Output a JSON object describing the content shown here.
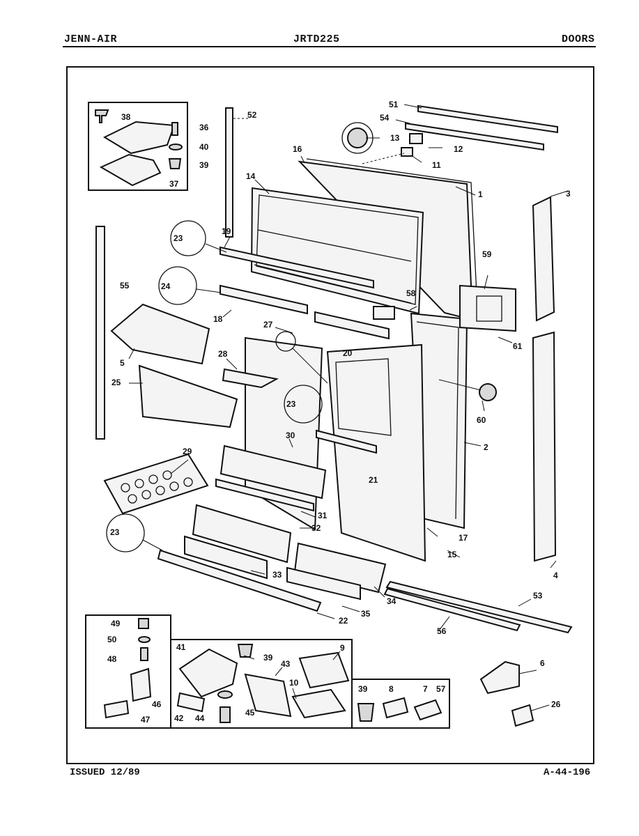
{
  "header": {
    "brand": "JENN-AIR",
    "model": "JRTD225",
    "section": "DOORS"
  },
  "footer": {
    "issued": "ISSUED 12/89",
    "code": "A-44-196"
  },
  "callouts": [
    {
      "id": "c1",
      "text": "1"
    },
    {
      "id": "c2",
      "text": "2"
    },
    {
      "id": "c3",
      "text": "3"
    },
    {
      "id": "c4",
      "text": "4"
    },
    {
      "id": "c5",
      "text": "5"
    },
    {
      "id": "c6",
      "text": "6"
    },
    {
      "id": "c7",
      "text": "7"
    },
    {
      "id": "c8",
      "text": "8"
    },
    {
      "id": "c9",
      "text": "9"
    },
    {
      "id": "c10",
      "text": "10"
    },
    {
      "id": "c11",
      "text": "11"
    },
    {
      "id": "c12",
      "text": "12"
    },
    {
      "id": "c13",
      "text": "13"
    },
    {
      "id": "c14",
      "text": "14"
    },
    {
      "id": "c15",
      "text": "15"
    },
    {
      "id": "c16",
      "text": "16"
    },
    {
      "id": "c17",
      "text": "17"
    },
    {
      "id": "c18",
      "text": "18"
    },
    {
      "id": "c19",
      "text": "19"
    },
    {
      "id": "c20",
      "text": "20"
    },
    {
      "id": "c21",
      "text": "21"
    },
    {
      "id": "c22",
      "text": "22"
    },
    {
      "id": "c23a",
      "text": "23"
    },
    {
      "id": "c23b",
      "text": "23"
    },
    {
      "id": "c23c",
      "text": "23"
    },
    {
      "id": "c24",
      "text": "24"
    },
    {
      "id": "c25",
      "text": "25"
    },
    {
      "id": "c26",
      "text": "26"
    },
    {
      "id": "c27",
      "text": "27"
    },
    {
      "id": "c28",
      "text": "28"
    },
    {
      "id": "c29",
      "text": "29"
    },
    {
      "id": "c30",
      "text": "30"
    },
    {
      "id": "c31",
      "text": "31"
    },
    {
      "id": "c32",
      "text": "32"
    },
    {
      "id": "c33",
      "text": "33"
    },
    {
      "id": "c34",
      "text": "34"
    },
    {
      "id": "c35",
      "text": "35"
    },
    {
      "id": "c36",
      "text": "36"
    },
    {
      "id": "c37",
      "text": "37"
    },
    {
      "id": "c38",
      "text": "38"
    },
    {
      "id": "c39a",
      "text": "39"
    },
    {
      "id": "c39b",
      "text": "39"
    },
    {
      "id": "c39c",
      "text": "39"
    },
    {
      "id": "c40",
      "text": "40"
    },
    {
      "id": "c41",
      "text": "41"
    },
    {
      "id": "c42",
      "text": "42"
    },
    {
      "id": "c43",
      "text": "43"
    },
    {
      "id": "c44",
      "text": "44"
    },
    {
      "id": "c45",
      "text": "45"
    },
    {
      "id": "c46",
      "text": "46"
    },
    {
      "id": "c47",
      "text": "47"
    },
    {
      "id": "c48",
      "text": "48"
    },
    {
      "id": "c49",
      "text": "49"
    },
    {
      "id": "c50",
      "text": "50"
    },
    {
      "id": "c51",
      "text": "51"
    },
    {
      "id": "c52",
      "text": "52"
    },
    {
      "id": "c53",
      "text": "53"
    },
    {
      "id": "c54",
      "text": "54"
    },
    {
      "id": "c55",
      "text": "55"
    },
    {
      "id": "c56",
      "text": "56"
    },
    {
      "id": "c57",
      "text": "57"
    },
    {
      "id": "c58",
      "text": "58"
    },
    {
      "id": "c59",
      "text": "59"
    },
    {
      "id": "c60",
      "text": "60"
    },
    {
      "id": "c61",
      "text": "61"
    }
  ]
}
